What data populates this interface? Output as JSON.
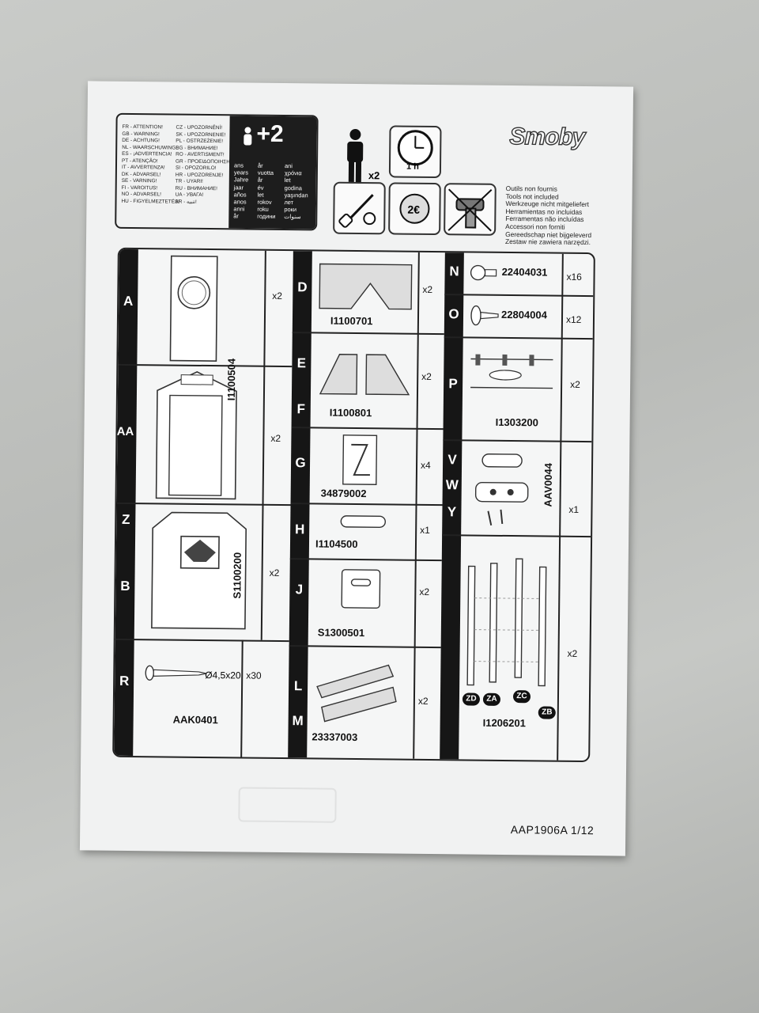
{
  "warnings_left": [
    "FR - ATTENTION!",
    "GB - WARNING!",
    "DE - ACHTUNG!",
    "NL - WAARSCHUWING!",
    "ES - ¡ADVERTENCIA!",
    "PT - ATENÇÃO!",
    "IT - AVVERTENZA!",
    "DK - ADVARSEL!",
    "SE - VARNING!",
    "FI - VAROITUS!",
    "NO - ADVARSEL!",
    "HU - FIGYELMEZTETÉS!"
  ],
  "warnings_right": [
    "CZ - UPOZORNĚNÍ!",
    "SK - UPOZORNENIE!",
    "PL - OSTRZEŻENIE!",
    "BG - ВНИМАНИЕ!",
    "RO - AVERTISMENT!",
    "GR - ΠΡΟΕΙΔΟΠΟΙΗΣΗ!",
    "SI - OPOZORILO!",
    "HR - UPOZORENJE!",
    "TR - UYARI!",
    "RU - ВНИМАНИЕ!",
    "UA - УВАГА!",
    "AR - تنبيه!"
  ],
  "age_badge": "+2",
  "age_col1": [
    "ans",
    "years",
    "Jahre",
    "jaar",
    "años",
    "anos",
    "anni",
    "år"
  ],
  "age_col2": [
    "år",
    "vuotta",
    "år",
    "év",
    "let",
    "rokov",
    "roku",
    "години"
  ],
  "age_col3": [
    "ani",
    "χρόνια",
    "let",
    "godina",
    "yaşından",
    "лет",
    "роки",
    "سنوات"
  ],
  "persons": "x2",
  "time": "1 h",
  "brand": "Smoby",
  "tools_not_included": [
    "Outils non fournis",
    "Tools not included",
    "Werkzeuge nicht mitgeliefert",
    "Herramientas no incluidas",
    "Ferramentas não incluídas",
    "Accessori non forniti",
    "Gereedschap niet bijgeleverd",
    "Zestaw nie zawiera narzędzi."
  ],
  "parts": {
    "A": "A",
    "AA": "AA",
    "Z": "Z",
    "B": "B",
    "R": "R",
    "D": "D",
    "E": "E",
    "F": "F",
    "G": "G",
    "H": "H",
    "J": "J",
    "L": "L",
    "M": "M",
    "N": "N",
    "O": "O",
    "P": "P",
    "V": "V",
    "W": "W",
    "Y": "Y"
  },
  "codes": {
    "c1": "I1100504",
    "c2": "S1100200",
    "c3": "AAK0401",
    "c3dim": "Ø4,5x20",
    "c4": "I1100701",
    "c5": "I1100801",
    "c6": "34879002",
    "c7": "I1104500",
    "c8": "S1300501",
    "c9": "23337003",
    "c10": "22404031",
    "c11": "22804004",
    "c12": "I1303200",
    "c13": "AAV0044",
    "c14": "I1206201"
  },
  "qtys": {
    "a": "x2",
    "aa": "x2",
    "zb": "x2",
    "r": "x30",
    "d": "x2",
    "ef": "x2",
    "g": "x4",
    "h": "x1",
    "j": "x2",
    "lm": "x2",
    "n": "x16",
    "o": "x12",
    "p": "x2",
    "vwy": "x1",
    "z": "x2"
  },
  "tube_labels": [
    "ZD",
    "ZA",
    "ZC",
    "ZB"
  ],
  "footer": "AAP1906A  1/12",
  "colors": {
    "ink": "#161616",
    "paper": "#f1f2f2"
  }
}
